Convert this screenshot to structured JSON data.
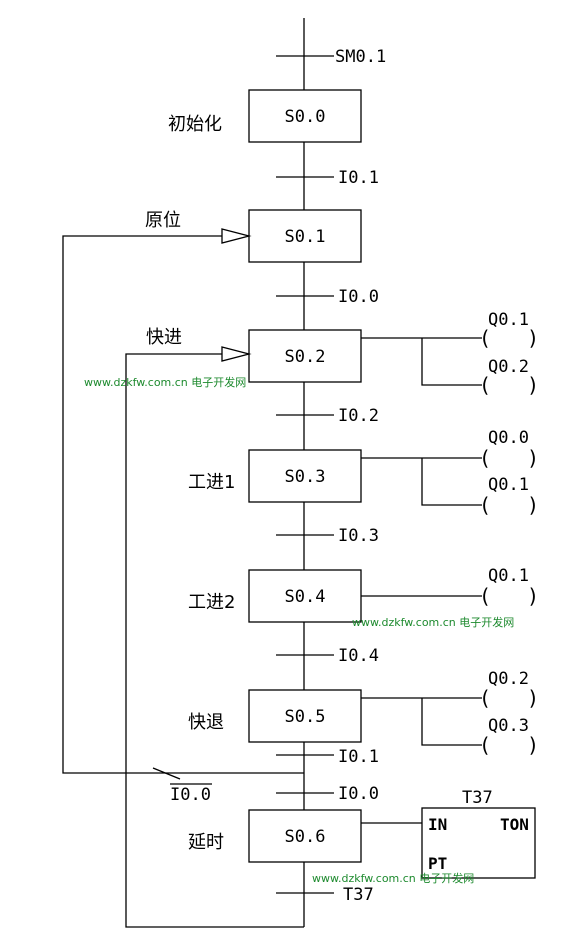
{
  "steps": [
    {
      "label": "S0.0",
      "name": "初始化"
    },
    {
      "label": "S0.1",
      "name": "原位"
    },
    {
      "label": "S0.2",
      "name": "快进"
    },
    {
      "label": "S0.3",
      "name": "工进1"
    },
    {
      "label": "S0.4",
      "name": "工进2"
    },
    {
      "label": "S0.5",
      "name": "快退"
    },
    {
      "label": "S0.6",
      "name": "延时"
    }
  ],
  "transitions": {
    "start": "SM0.1",
    "t1": "I0.1",
    "t2": "I0.0",
    "t3": "I0.2",
    "t4": "I0.3",
    "t5": "I0.4",
    "t6": "I0.1",
    "t7": "I0.0",
    "t8": "T37",
    "branch_neg": "I0.0"
  },
  "outputs": {
    "s2": [
      "Q0.1",
      "Q0.2"
    ],
    "s3": [
      "Q0.0",
      "Q0.1"
    ],
    "s4": [
      "Q0.1"
    ],
    "s5": [
      "Q0.2",
      "Q0.3"
    ]
  },
  "timer": {
    "name": "T37",
    "type": "TON",
    "in": "IN",
    "pt": "PT"
  },
  "watermark": "www.dzkfw.com.cn 电子开发网"
}
